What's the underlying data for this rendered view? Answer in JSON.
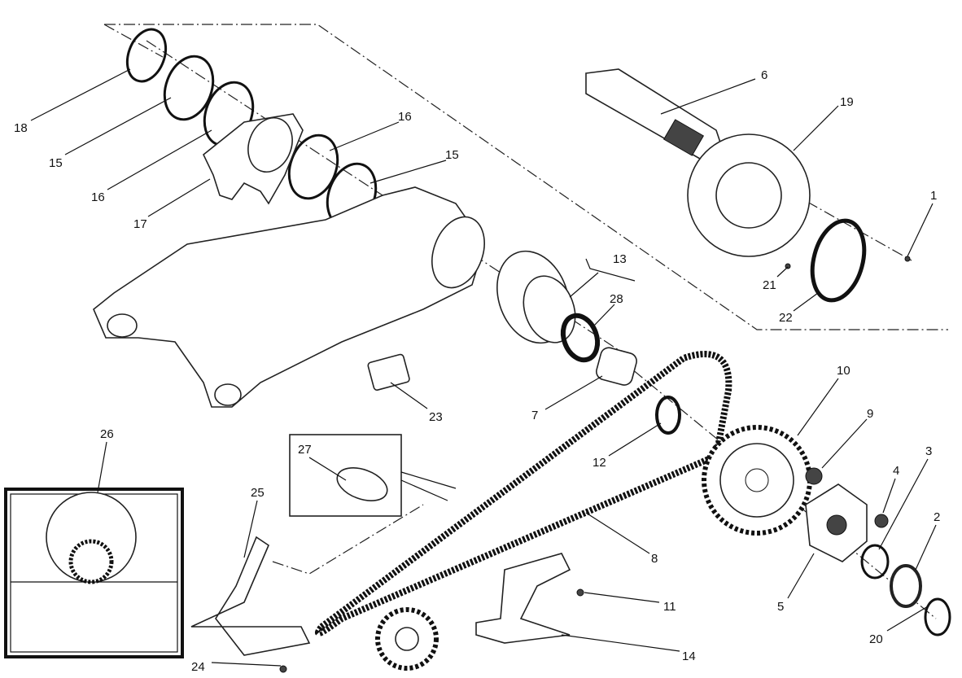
{
  "title": "Swingarm, rear wheel hub and chain drive exploded parts diagram",
  "callouts": {
    "c1": "1",
    "c2": "2",
    "c3": "3",
    "c4": "4",
    "c5": "5",
    "c6": "6",
    "c7": "7",
    "c8": "8",
    "c9": "9",
    "c10": "10",
    "c11": "11",
    "c12": "12",
    "c13": "13",
    "c14": "14",
    "c15a": "15",
    "c15b": "15",
    "c16a": "16",
    "c16b": "16",
    "c17": "17",
    "c18": "18",
    "c19": "19",
    "c20": "20",
    "c21": "21",
    "c22": "22",
    "c23": "23",
    "c24": "24",
    "c25": "25",
    "c26": "26",
    "c27": "27",
    "c28": "28"
  }
}
